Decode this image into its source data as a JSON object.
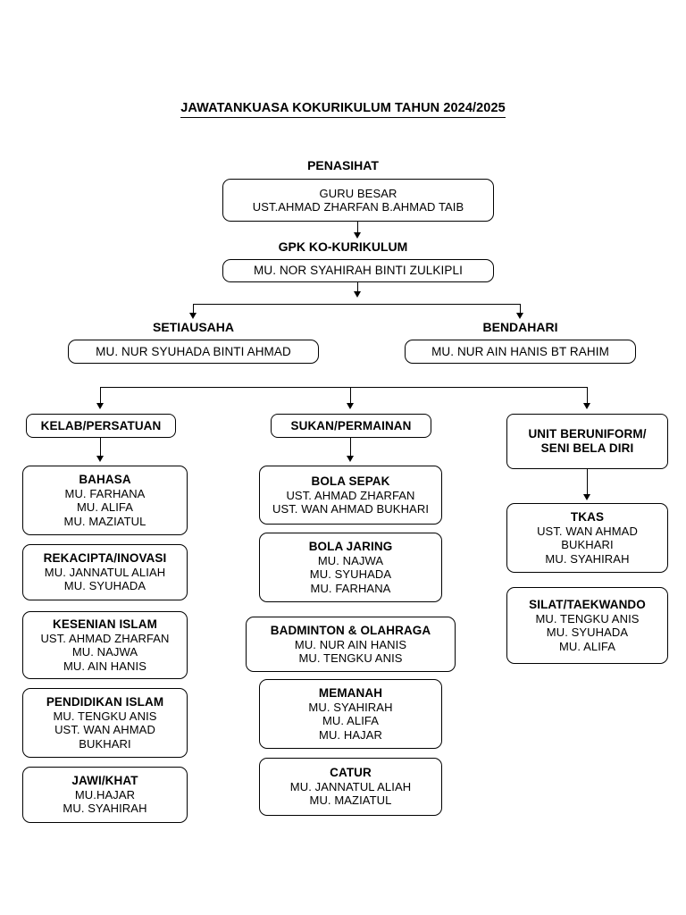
{
  "document": {
    "title": "JAWATANKUASA KOKURIKULUM TAHUN 2024/2025"
  },
  "hierarchy": {
    "penasihat": {
      "label": "PENASIHAT",
      "box": {
        "title": "GURU BESAR",
        "names": [
          "UST.AHMAD ZHARFAN B.AHMAD TAIB"
        ]
      }
    },
    "gpk": {
      "label": "GPK KO-KURIKULUM",
      "box": {
        "names": [
          "MU. NOR SYAHIRAH BINTI ZULKIPLI"
        ]
      }
    },
    "setiausaha": {
      "label": "SETIAUSAHA",
      "box": {
        "names": [
          "MU. NUR SYUHADA BINTI AHMAD"
        ]
      }
    },
    "bendahari": {
      "label": "BENDAHARI",
      "box": {
        "names": [
          "MU. NUR AIN HANIS BT RAHIM"
        ]
      }
    }
  },
  "columns": {
    "kelab": {
      "header": "KELAB/PERSATUAN",
      "items": [
        {
          "title": "BAHASA",
          "names": [
            "MU. FARHANA",
            "MU. ALIFA",
            "MU. MAZIATUL"
          ]
        },
        {
          "title": "REKACIPTA/INOVASI",
          "names": [
            "MU. JANNATUL ALIAH",
            "MU. SYUHADA"
          ]
        },
        {
          "title": "KESENIAN ISLAM",
          "names": [
            "UST. AHMAD ZHARFAN",
            "MU. NAJWA",
            "MU. AIN HANIS"
          ]
        },
        {
          "title": "PENDIDIKAN ISLAM",
          "names": [
            "MU. TENGKU ANIS",
            "UST. WAN AHMAD",
            "BUKHARI"
          ]
        },
        {
          "title": "JAWI/KHAT",
          "names": [
            "MU.HAJAR",
            "MU. SYAHIRAH"
          ]
        }
      ]
    },
    "sukan": {
      "header": "SUKAN/PERMAINAN",
      "items": [
        {
          "title": "BOLA SEPAK",
          "names": [
            "UST. AHMAD ZHARFAN",
            "UST. WAN AHMAD BUKHARI"
          ]
        },
        {
          "title": "BOLA JARING",
          "names": [
            "MU. NAJWA",
            "MU. SYUHADA",
            "MU. FARHANA"
          ]
        },
        {
          "title": "BADMINTON & OLAHRAGA",
          "names": [
            "MU. NUR AIN HANIS",
            "MU. TENGKU ANIS"
          ]
        },
        {
          "title": "MEMANAH",
          "names": [
            "MU. SYAHIRAH",
            "MU. ALIFA",
            "MU. HAJAR"
          ]
        },
        {
          "title": "CATUR",
          "names": [
            "MU. JANNATUL ALIAH",
            "MU. MAZIATUL"
          ]
        }
      ]
    },
    "unit": {
      "header_line1": "UNIT BERUNIFORM/",
      "header_line2": "SENI BELA DIRI",
      "items": [
        {
          "title": "TKAS",
          "names": [
            "UST. WAN AHMAD",
            "BUKHARI",
            "MU. SYAHIRAH"
          ]
        },
        {
          "title": "SILAT/TAEKWANDO",
          "names": [
            "MU. TENGKU ANIS",
            "MU. SYUHADA",
            "MU. ALIFA"
          ]
        }
      ]
    }
  },
  "theme": {
    "line_color": "#000000",
    "background": "#ffffff",
    "text_color": "#000000"
  }
}
